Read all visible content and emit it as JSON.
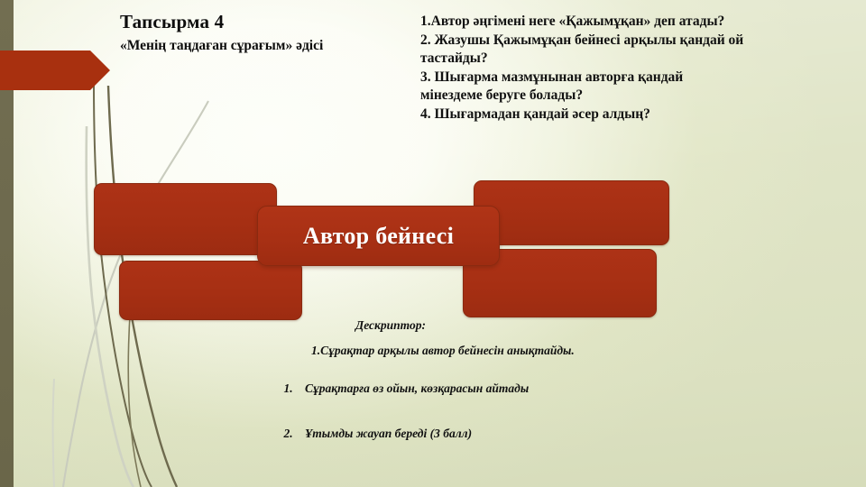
{
  "slide": {
    "background_color": "#dee3c4",
    "accent_color": "#a8300f",
    "band_color": "#6e6a4e"
  },
  "title": {
    "main": "Тапсырма  4",
    "subtitle": "«Менің  таңдаған сұрағым» әдісі"
  },
  "questions": [
    "1.Автор әңгімені неге «Қажымұқан» деп атады?",
    "2. Жазушы Қажымұқан бейнесі арқылы қандай ой",
    "тастайды?",
    "3. Шығарма мазмұнынан авторға қандай",
    "мінездеме беруге болады?",
    "4. Шығармадан қандай әсер алдың?"
  ],
  "diagram": {
    "center_label": "Автор бейнесі",
    "boxes": [
      {
        "id": "box-tl",
        "label": ""
      },
      {
        "id": "box-tr",
        "label": ""
      },
      {
        "id": "box-bl",
        "label": ""
      },
      {
        "id": "box-br",
        "label": ""
      }
    ]
  },
  "descriptor": {
    "title": "Дескриптор:",
    "first_line": "1.Сұрақтар арқылы автор бейнесін анықтайды.",
    "items": [
      "Сұрақтарға өз ойын, көзқарасын айтады",
      "Ұтымды жауап береді  (3 балл)"
    ]
  }
}
